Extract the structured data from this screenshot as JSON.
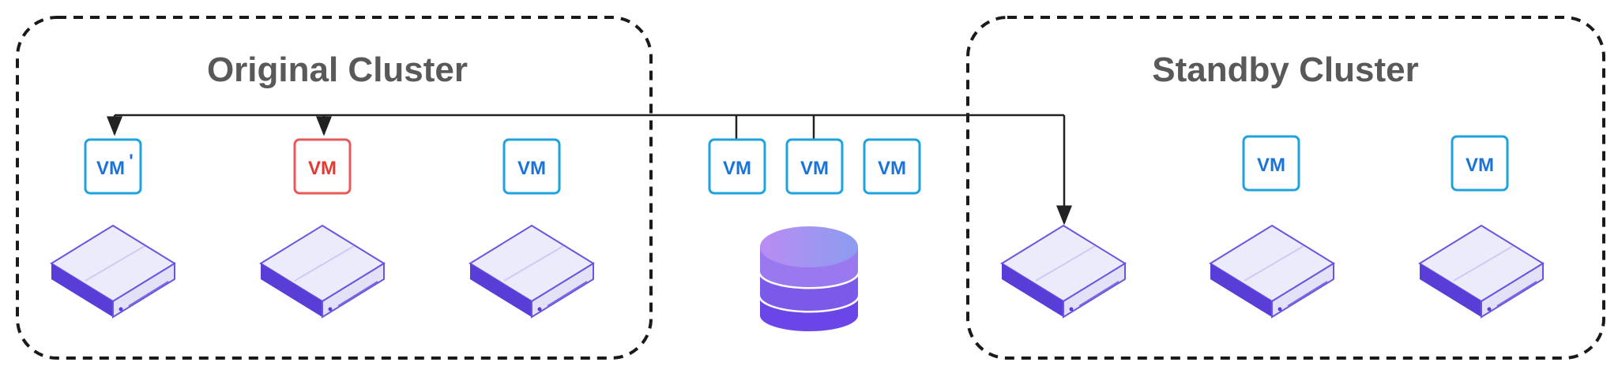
{
  "clusters": {
    "original": {
      "title": "Original Cluster"
    },
    "standby": {
      "title": "Standby Cluster"
    }
  },
  "vms": {
    "original_migrated": {
      "label": "VM",
      "mark": "'",
      "color": "#1a73d9"
    },
    "original_faulty": {
      "label": "VM",
      "color": "#e53935"
    },
    "original_third": {
      "label": "VM",
      "color": "#1a73d9"
    },
    "shared_1": {
      "label": "VM",
      "color": "#1a73d9"
    },
    "shared_2": {
      "label": "VM",
      "color": "#1a73d9"
    },
    "shared_3": {
      "label": "VM",
      "color": "#1a73d9"
    },
    "standby_1": {
      "label": "VM",
      "color": "#1a73d9"
    },
    "standby_2": {
      "label": "VM",
      "color": "#1a73d9"
    }
  },
  "icons": {
    "server": "server-icon",
    "storage": "database-icon"
  },
  "colors": {
    "vm_border": "#1fa3e0",
    "vm_faulty_border": "#e85a5a",
    "server_top": "#ebe9fb",
    "server_side": "#5b3fd8",
    "database_gradient": [
      "#c49bf5",
      "#6a45e8"
    ],
    "line": "#222222"
  }
}
